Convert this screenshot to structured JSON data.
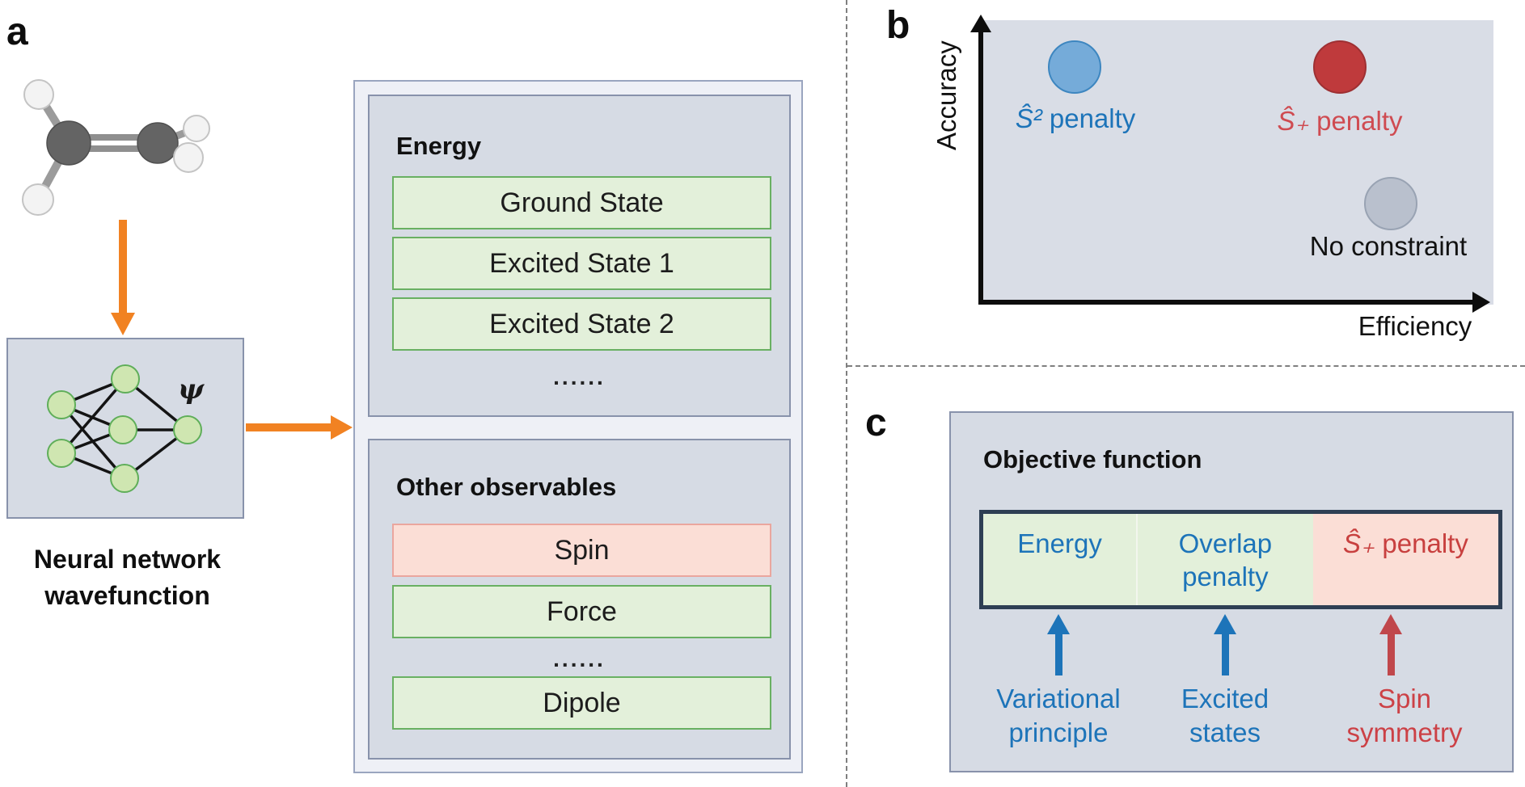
{
  "panels": {
    "a": {
      "letter": "a",
      "molecule": "ethylene ball-and-stick model",
      "psi": "ψ",
      "caption_line1": "Neural network",
      "caption_line2": "wavefunction",
      "energy": {
        "title": "Energy",
        "row1": "Ground State",
        "row2": "Excited State 1",
        "row3": "Excited State 2",
        "ellipsis": "......"
      },
      "observables": {
        "title": "Other observables",
        "row_spin": "Spin",
        "row_force": "Force",
        "ellipsis": "......",
        "row_dipole": "Dipole"
      }
    },
    "b": {
      "letter": "b",
      "y_axis_label": "Accuracy",
      "x_axis_label": "Efficiency",
      "s2_label": {
        "hat": "Ŝ²",
        "rest": " penalty"
      },
      "splus_label": {
        "hat": "Ŝ₊",
        "rest": " penalty"
      },
      "no_constraint_label": "No constraint"
    },
    "c": {
      "letter": "c",
      "title": "Objective function",
      "seg_energy": "Energy",
      "seg_overlap_line1": "Overlap",
      "seg_overlap_line2": "penalty",
      "seg_splus": {
        "hat": "Ŝ₊",
        "rest": " penalty"
      },
      "label1_line1": "Variational",
      "label1_line2": "principle",
      "label2_line1": "Excited",
      "label2_line2": "states",
      "label3_line1": "Spin",
      "label3_line2": "symmetry"
    }
  },
  "colors": {
    "accent_orange": "#f18222",
    "blue_text": "#1d74b9",
    "red_text": "#cc4146",
    "green_row_fill": "#e3f0da",
    "green_row_border": "#69b062",
    "pink_row_fill": "#fbded6",
    "pink_row_border": "#eaa69e",
    "panel_fill": "#d6dbe4",
    "panel_border": "#8892ab",
    "circle_blue": "#75abd9",
    "circle_red": "#bf3a3c",
    "circle_gray": "#b9c0cd",
    "objective_border": "#2e3f54"
  }
}
